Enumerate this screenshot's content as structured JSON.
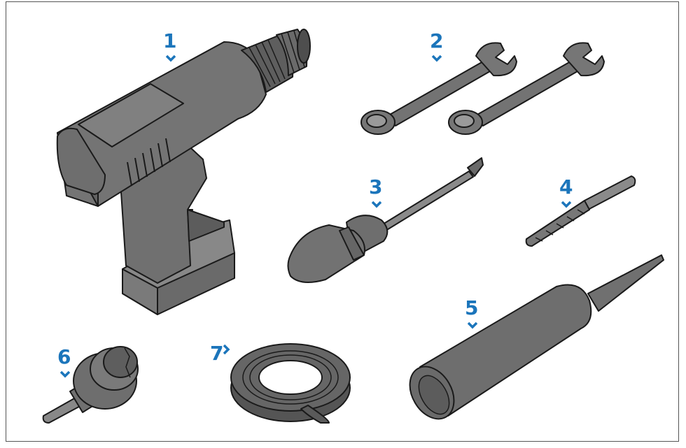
{
  "colors": {
    "accent": "#1b75bb",
    "tool_fill": "#707070",
    "tool_dark": "#555555",
    "tool_light": "#8c8c8c",
    "outline": "#1a1a1a"
  },
  "callouts": [
    {
      "id": "drill",
      "label": "1",
      "marker": "chevron-down"
    },
    {
      "id": "spanners",
      "label": "2",
      "marker": "chevron-down"
    },
    {
      "id": "screwdriver",
      "label": "3",
      "marker": "chevron-down"
    },
    {
      "id": "drill-bit",
      "label": "4",
      "marker": "chevron-down"
    },
    {
      "id": "sealant",
      "label": "5",
      "marker": "chevron-down"
    },
    {
      "id": "hole-saw",
      "label": "6",
      "marker": "chevron-down"
    },
    {
      "id": "tape",
      "label": "7",
      "marker": "chevron-right"
    }
  ]
}
